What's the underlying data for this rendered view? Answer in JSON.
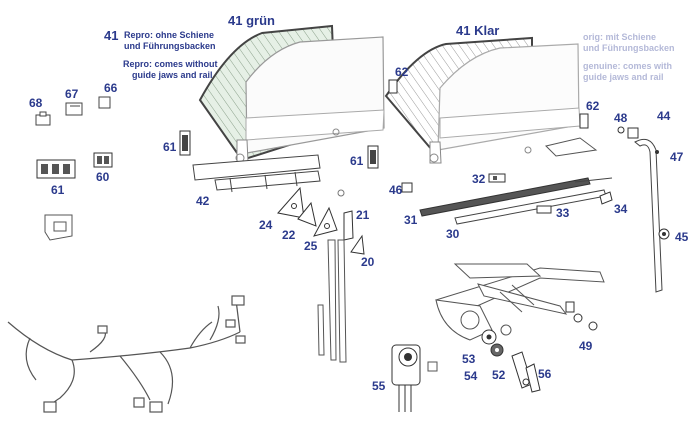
{
  "titles": {
    "left_glass": "41 grün",
    "right_glass": "41 Klar"
  },
  "notes": {
    "repro_number": "41",
    "repro_de_1": "Repro: ohne Schiene",
    "repro_de_2": "und Führungsbacken",
    "repro_en_1": "Repro: comes without",
    "repro_en_2": "guide jaws and rail",
    "orig_de_1": "orig: mit Schiene",
    "orig_de_2": "und Führungsbacken",
    "orig_en_1": "genuine: comes with",
    "orig_en_2": "guide jaws and rail"
  },
  "callouts": {
    "p68": "68",
    "p67": "67",
    "p66": "66",
    "p61a": "61",
    "p60": "60",
    "p61b": "61",
    "p61c": "61",
    "p62a": "62",
    "p62b": "62",
    "p42": "42",
    "p24": "24",
    "p22": "22",
    "p25": "25",
    "p21": "21",
    "p20": "20",
    "p46": "46",
    "p32": "32",
    "p31": "31",
    "p33": "33",
    "p30": "30",
    "p34": "34",
    "p48": "48",
    "p44": "44",
    "p47": "47",
    "p45": "45",
    "p49": "49",
    "p53": "53",
    "p54": "54",
    "p52": "52",
    "p56": "56",
    "p55": "55"
  },
  "colors": {
    "label": "#2b3a8c",
    "label_grey": "#b4b9d8",
    "glass_green": "#e3efe3",
    "line": "#555555"
  }
}
